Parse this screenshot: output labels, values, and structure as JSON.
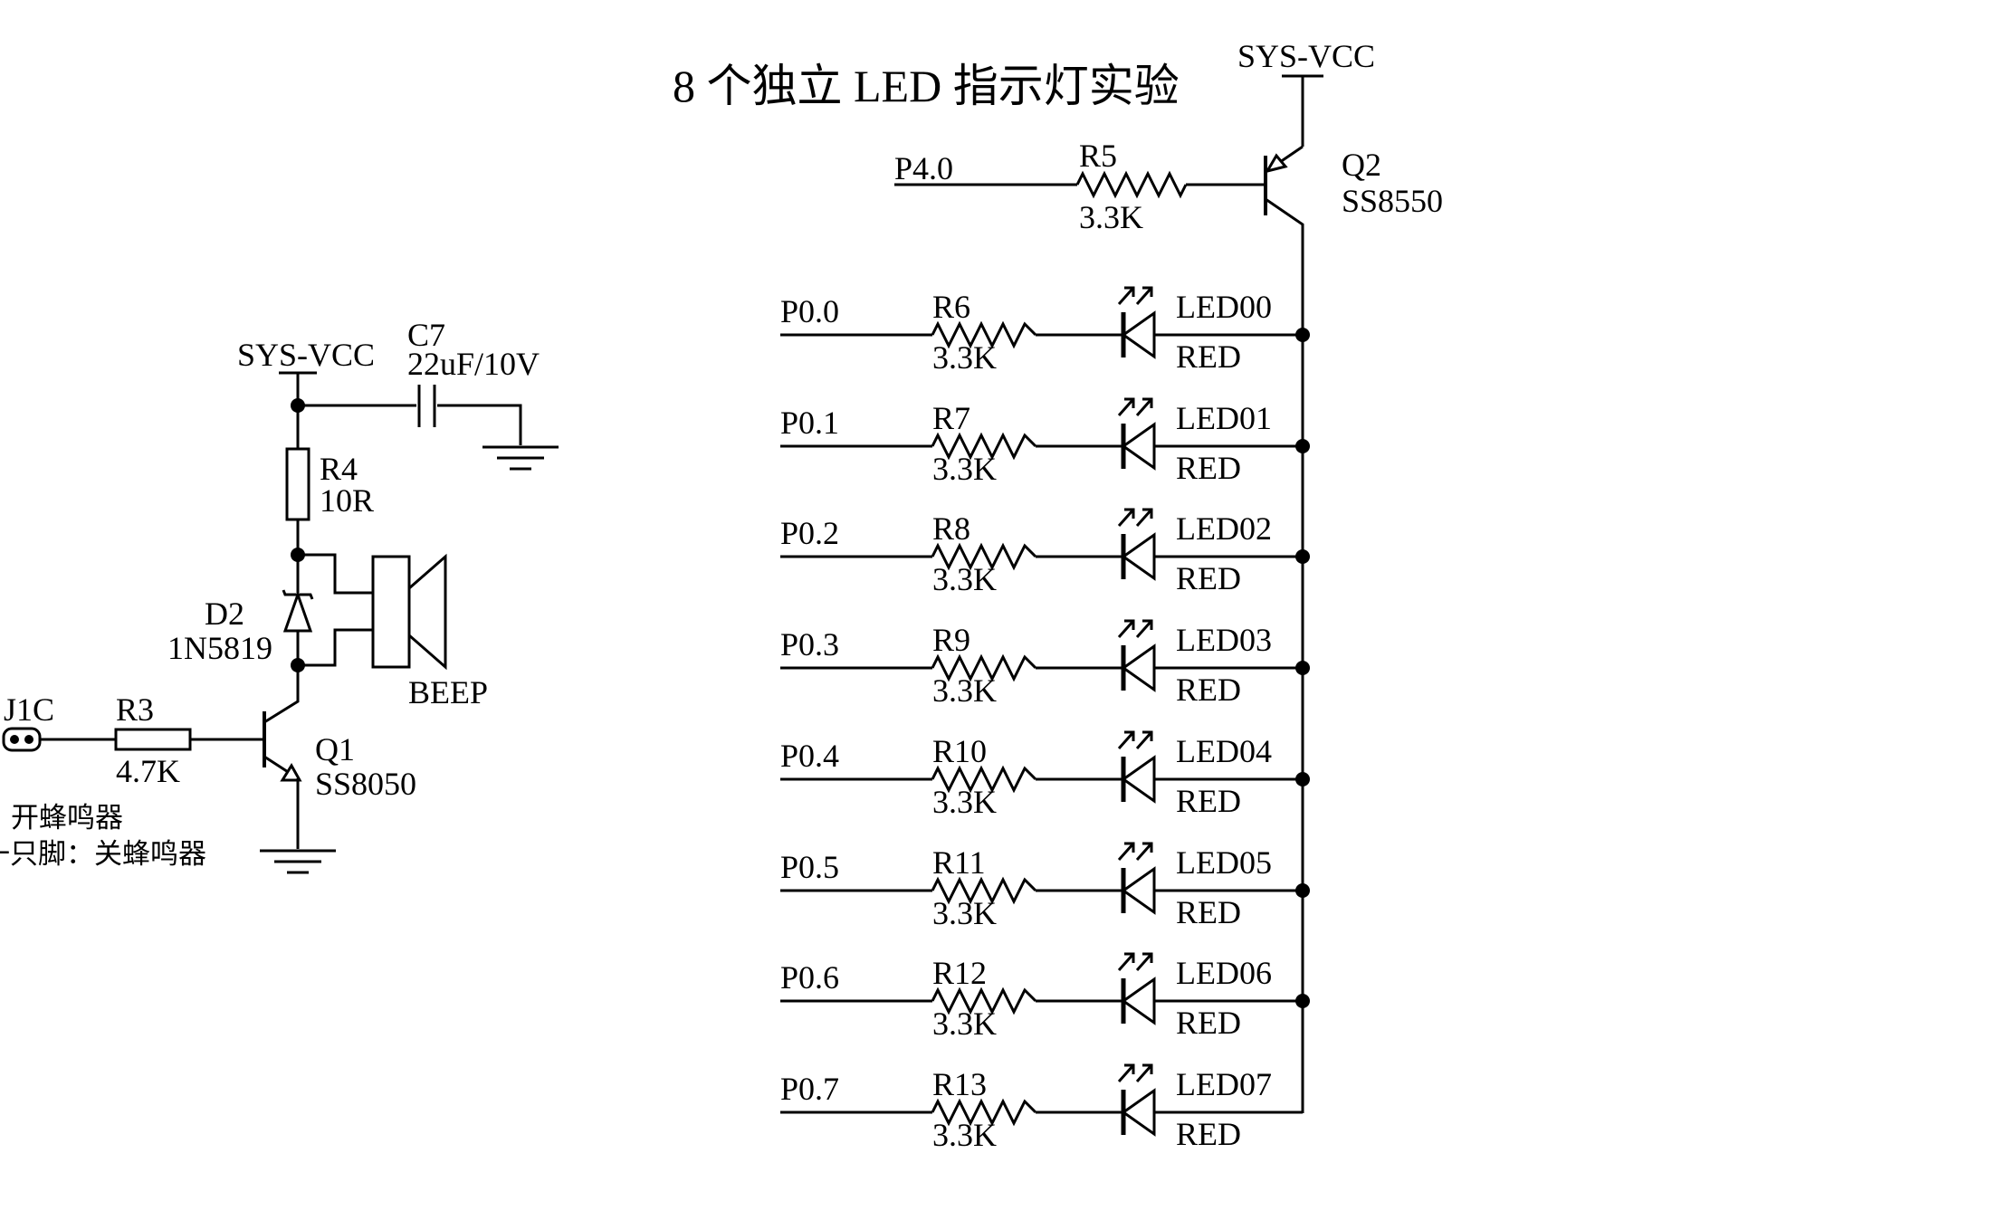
{
  "title": "8 个独立 LED 指示灯实验",
  "buzzer": {
    "vcc": "SYS-VCC",
    "cap_ref": "C7",
    "cap_val": "22uF/10V",
    "r4_ref": "R4",
    "r4_val": "10R",
    "diode_ref": "D2",
    "diode_val": "1N5819",
    "beep": "BEEP",
    "jumper": "J1C",
    "r3_ref": "R3",
    "r3_val": "4.7K",
    "q1_ref": "Q1",
    "q1_val": "SS8050",
    "note1": "开蜂鸣器",
    "note2": "一只脚：关蜂鸣器"
  },
  "led_driver": {
    "vcc": "SYS-VCC",
    "q2_ref": "Q2",
    "q2_val": "SS8550",
    "r5_ref": "R5",
    "r5_val": "3.3K",
    "drive_net": "P4.0",
    "channels": [
      {
        "port": "P0.0",
        "res": "R6",
        "res_val": "3.3K",
        "led": "LED00",
        "color": "RED"
      },
      {
        "port": "P0.1",
        "res": "R7",
        "res_val": "3.3K",
        "led": "LED01",
        "color": "RED"
      },
      {
        "port": "P0.2",
        "res": "R8",
        "res_val": "3.3K",
        "led": "LED02",
        "color": "RED"
      },
      {
        "port": "P0.3",
        "res": "R9",
        "res_val": "3.3K",
        "led": "LED03",
        "color": "RED"
      },
      {
        "port": "P0.4",
        "res": "R10",
        "res_val": "3.3K",
        "led": "LED04",
        "color": "RED"
      },
      {
        "port": "P0.5",
        "res": "R11",
        "res_val": "3.3K",
        "led": "LED05",
        "color": "RED"
      },
      {
        "port": "P0.6",
        "res": "R12",
        "res_val": "3.3K",
        "led": "LED06",
        "color": "RED"
      },
      {
        "port": "P0.7",
        "res": "R13",
        "res_val": "3.3K",
        "led": "LED07",
        "color": "RED"
      }
    ]
  }
}
